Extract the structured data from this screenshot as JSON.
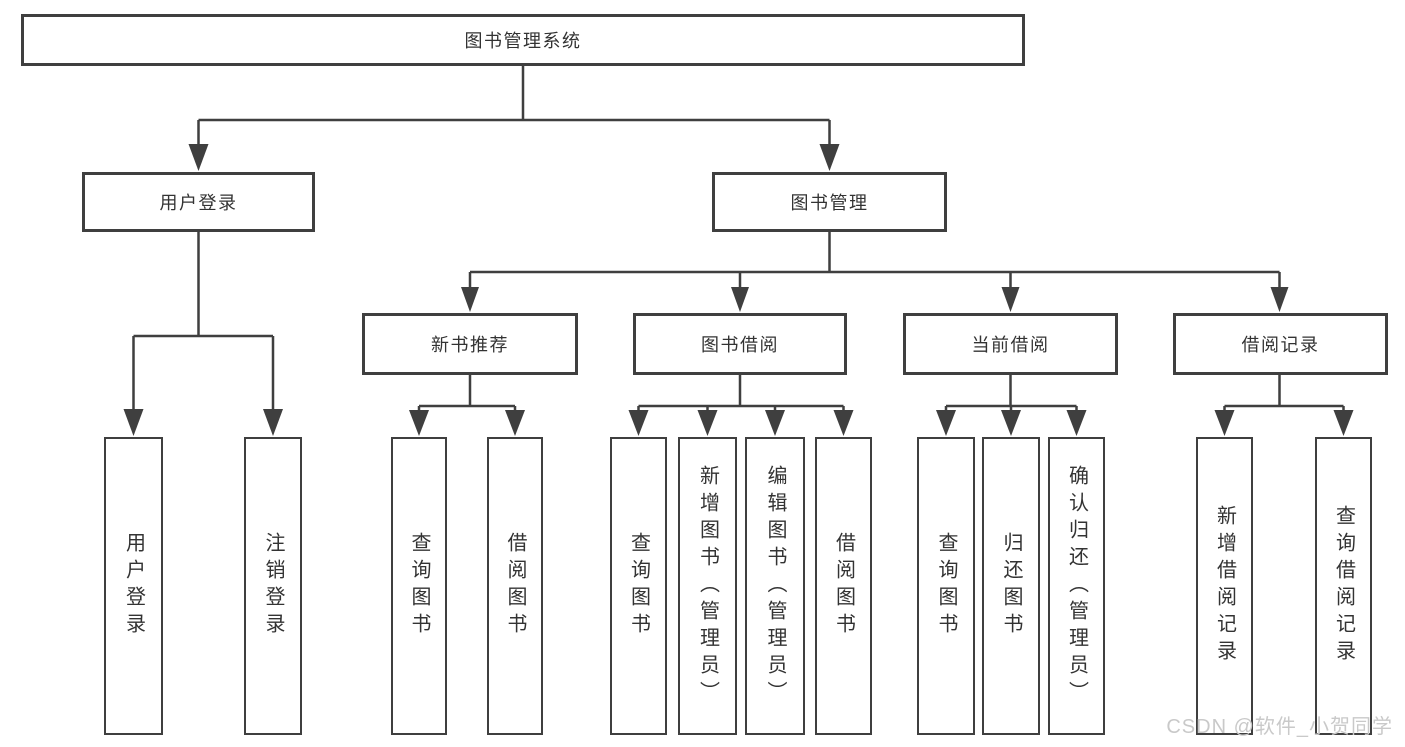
{
  "diagram": {
    "root": {
      "label": "图书管理系统"
    },
    "level2": [
      {
        "label": "用户登录"
      },
      {
        "label": "图书管理"
      }
    ],
    "level3": [
      {
        "label": "新书推荐"
      },
      {
        "label": "图书借阅"
      },
      {
        "label": "当前借阅"
      },
      {
        "label": "借阅记录"
      }
    ],
    "leaves": {
      "user_login": [
        "用户登录",
        "注销登录"
      ],
      "new_book_recommend": [
        "查询图书",
        "借阅图书"
      ],
      "book_borrowing": [
        "查询图书",
        "新增图书（管理员）",
        "编辑图书（管理员）",
        "借阅图书"
      ],
      "current_borrowing": [
        "查询图书",
        "归还图书",
        "确认归还（管理员）"
      ],
      "borrowing_records": [
        "新增借阅记录",
        "查询借阅记录"
      ]
    }
  },
  "watermark": "CSDN @软件_小贺同学",
  "colors": {
    "line": "#3f3f3f",
    "text": "#333333",
    "watermark": "#c9c9c9",
    "background": "#ffffff"
  }
}
